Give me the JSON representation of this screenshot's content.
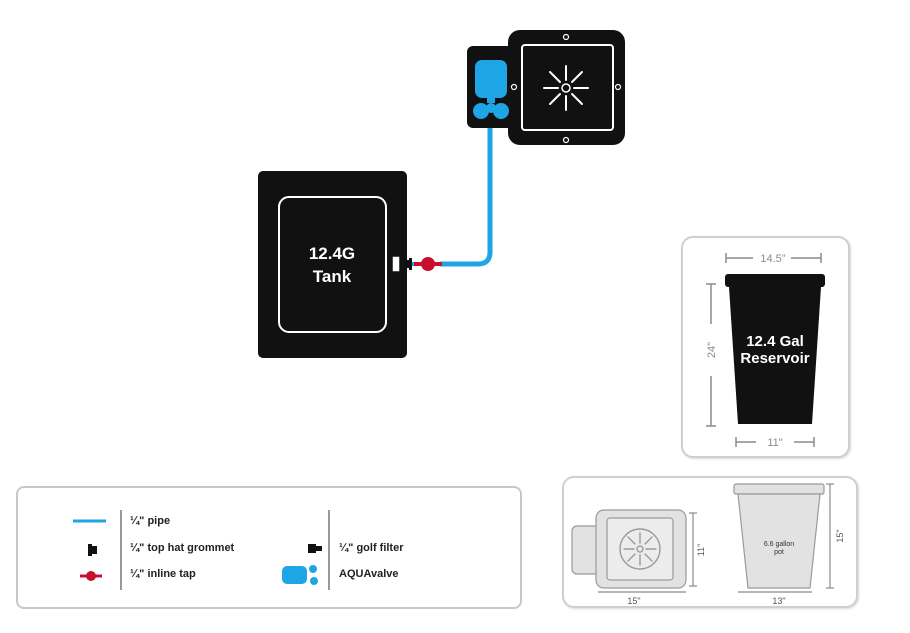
{
  "diagram": {
    "tank_label_line1": "12.4G",
    "tank_label_line2": "Tank"
  },
  "reservoir_panel": {
    "width_top": "14.5\"",
    "height": "24\"",
    "width_bottom": "11\"",
    "label_line1": "12.4 Gal",
    "label_line2": "Reservoir"
  },
  "pot_panel": {
    "tray_height": "11\"",
    "tray_width": "15\"",
    "pot_label_line1": "6.6 gallon",
    "pot_label_line2": "pot",
    "pot_height": "15\"",
    "pot_width": "13\""
  },
  "legend": {
    "pipe": "¼\" pipe",
    "grommet": "¼\" top hat grommet",
    "inline_tap": "¼\" inline tap",
    "golf_filter": "¼\" golf filter",
    "aquavalve": "AQUAvalve"
  },
  "colors": {
    "pipe_blue": "#1ea5e6",
    "tap_red": "#c8102e",
    "black": "#111111",
    "dimension_gray": "#8a8a8a"
  }
}
